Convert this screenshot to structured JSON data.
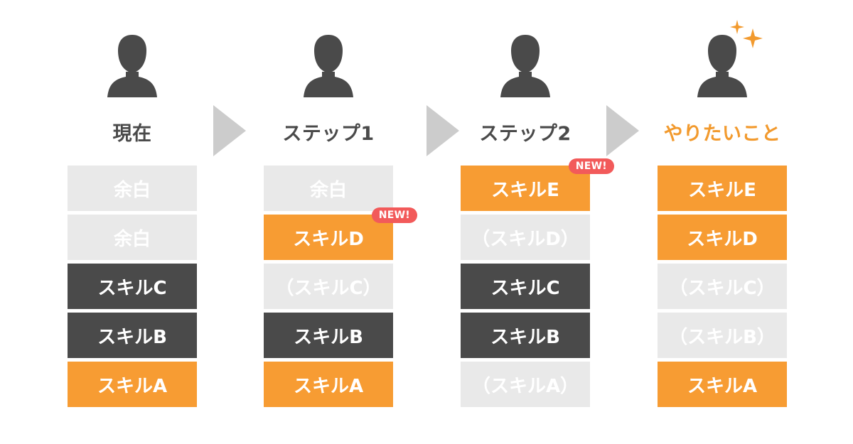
{
  "columns": [
    {
      "title": "現在",
      "accent": false,
      "blocks": [
        {
          "label": "余白",
          "style": "empty"
        },
        {
          "label": "余白",
          "style": "empty"
        },
        {
          "label": "スキルC",
          "style": "dark"
        },
        {
          "label": "スキルB",
          "style": "dark"
        },
        {
          "label": "スキルA",
          "style": "orange"
        }
      ]
    },
    {
      "title": "ステップ1",
      "accent": false,
      "blocks": [
        {
          "label": "余白",
          "style": "empty"
        },
        {
          "label": "スキルD",
          "style": "orange",
          "badge": "NEW!"
        },
        {
          "label": "（スキルC）",
          "style": "ghost"
        },
        {
          "label": "スキルB",
          "style": "dark"
        },
        {
          "label": "スキルA",
          "style": "orange"
        }
      ]
    },
    {
      "title": "ステップ2",
      "accent": false,
      "blocks": [
        {
          "label": "スキルE",
          "style": "orange",
          "badge": "NEW!"
        },
        {
          "label": "（スキルD）",
          "style": "ghost"
        },
        {
          "label": "スキルC",
          "style": "dark"
        },
        {
          "label": "スキルB",
          "style": "dark"
        },
        {
          "label": "（スキルA）",
          "style": "ghost"
        }
      ]
    },
    {
      "title": "やりたいこと",
      "accent": true,
      "blocks": [
        {
          "label": "スキルE",
          "style": "orange"
        },
        {
          "label": "スキルD",
          "style": "orange"
        },
        {
          "label": "（スキルC）",
          "style": "ghost"
        },
        {
          "label": "（スキルB）",
          "style": "ghost"
        },
        {
          "label": "スキルA",
          "style": "orange"
        }
      ]
    }
  ],
  "colors": {
    "dark": "#4a4a4a",
    "orange": "#f79c33",
    "accent_text": "#f29a2e",
    "empty": "#e9e9e9",
    "arrow": "#cccccc",
    "badge": "#f25a5a"
  },
  "icons": {
    "avatar": "person-silhouette-icon",
    "arrow": "chevron-right-arrow-icon",
    "sparkle": "sparkle-icon"
  }
}
